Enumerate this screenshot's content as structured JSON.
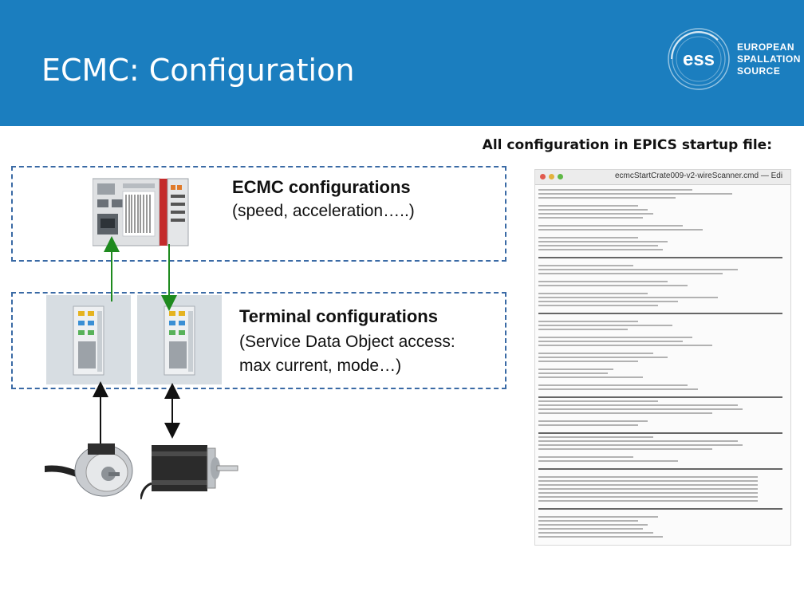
{
  "slide": {
    "title": "ECMC: Configuration",
    "logo": {
      "line1": "EUROPEAN",
      "line2": "SPALLATION",
      "line3": "SOURCE",
      "mark": "ess"
    },
    "startup_label": "All configuration in EPICS startup file:",
    "ecmc_box": {
      "heading": "ECMC configurations",
      "subheading": "(speed, acceleration…..)"
    },
    "terminal_box": {
      "heading": "Terminal configurations",
      "sub_line1": "(Service Data Object access:",
      "sub_line2": "max current, mode…)"
    },
    "script_window": {
      "filename": "ecmcStartCrate009-v2-wireScanner.cmd — Edi"
    },
    "colors": {
      "header_bg": "#1b7ebf",
      "dash_border": "#3a6aa5",
      "green_arrow": "#1e8a1e",
      "black_arrow": "#111111"
    },
    "icons": [
      "ess-logo-icon",
      "beckhoff-cpu-icon",
      "ethercat-terminal-icon",
      "rotary-encoder-icon",
      "stepper-motor-icon",
      "text-file-icon"
    ]
  }
}
